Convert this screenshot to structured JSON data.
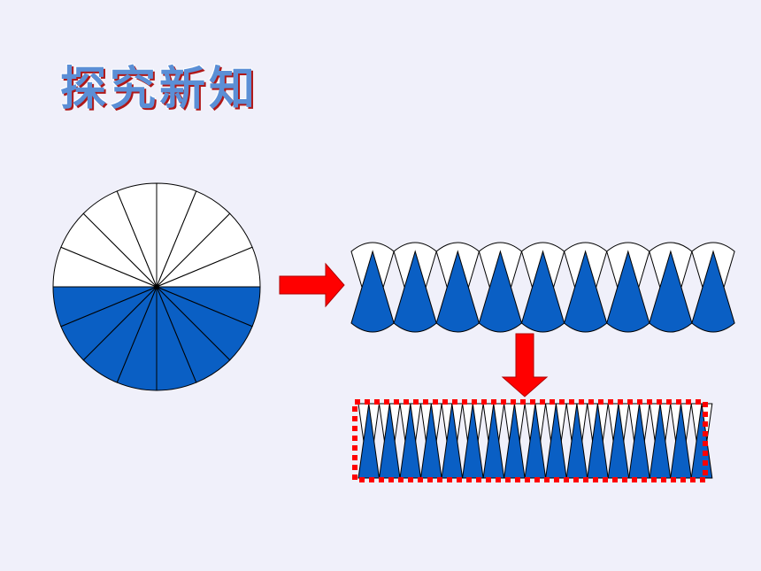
{
  "slide": {
    "title": "探究新知"
  },
  "diagram": {
    "circle_sectors": 16,
    "strip_pieces_top_row": 9,
    "fine_strip_pieces": 17,
    "colors": {
      "background": "#f0f0fa",
      "blue": "#0a5fc4",
      "white": "#ffffff",
      "arrow": "#ff0000",
      "frame": "#ff0000",
      "title_text": "#5b8fd6",
      "title_shadow": "#b01818"
    }
  }
}
